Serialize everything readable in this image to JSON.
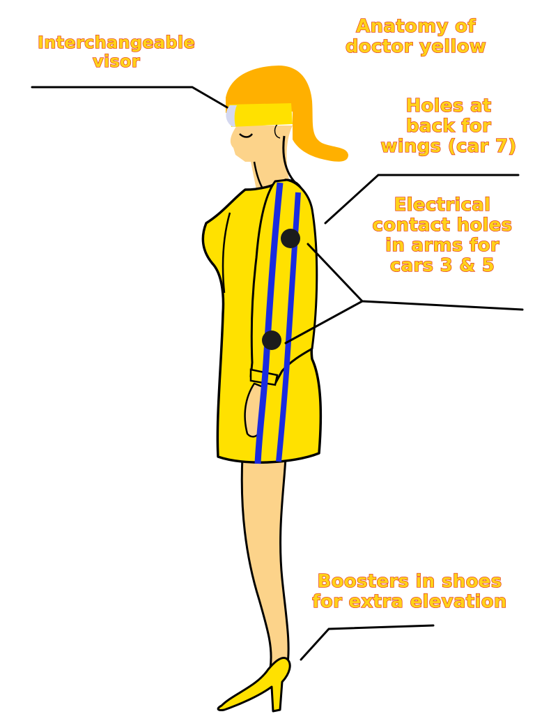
{
  "diagram": {
    "title": "Anatomy of\ndoctor yellow",
    "background": "#FFFFFF",
    "colors": {
      "hair": "#FFB000",
      "dress": "#FFE100",
      "stripe": "#1A2BE0",
      "skin": "#FCD38A",
      "visor_band": "#FFE100",
      "visor_lens": "#D4D8F0",
      "contact_hole": "#1C1C1C",
      "outline": "#000000",
      "label_fill": "#FFD21A",
      "label_stroke": "#E0301A"
    },
    "labels": [
      {
        "id": "visor",
        "text": "Interchangeable\nvisor"
      },
      {
        "id": "wings",
        "text": "Holes at\nback for\nwings (car 7)"
      },
      {
        "id": "contact",
        "text": "Electrical\ncontact holes\nin arms for\ncars 3 & 5"
      },
      {
        "id": "shoes",
        "text": "Boosters in shoes\nfor extra elevation"
      }
    ]
  }
}
